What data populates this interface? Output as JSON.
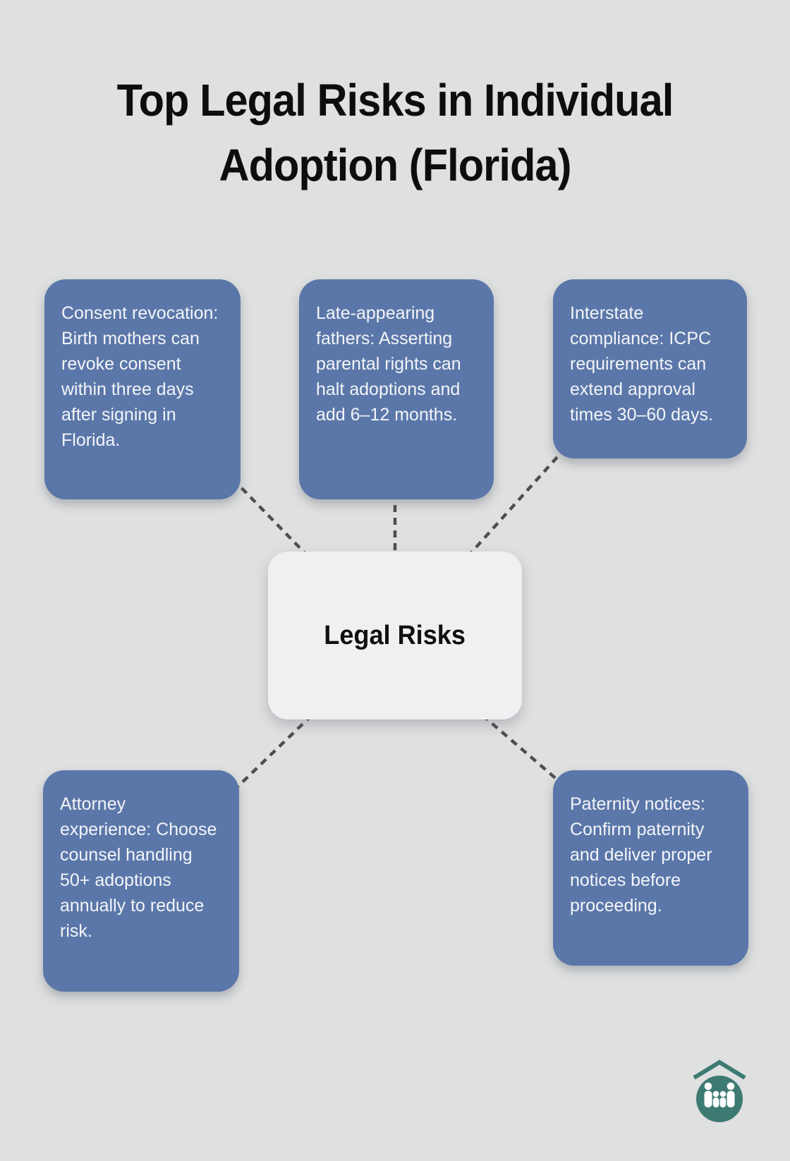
{
  "title": {
    "line1": "Top Legal Risks in Individual",
    "line2": "Adoption (Florida)"
  },
  "center": {
    "label": "Legal Risks"
  },
  "nodes": [
    {
      "id": "consent-revocation",
      "text": "Consent revocation: Birth mothers can revoke consent within three days after signing in Florida."
    },
    {
      "id": "late-appearing-fathers",
      "text": "Late-appearing fathers: Asserting parental rights can halt adoptions and add 6–12 months."
    },
    {
      "id": "interstate-compliance",
      "text": "Interstate compliance: ICPC requirements can extend approval times 30–60 days."
    },
    {
      "id": "attorney-experience",
      "text": "Attorney experience: Choose counsel handling 50+ adoptions annually to reduce risk."
    },
    {
      "id": "paternity-notices",
      "text": "Paternity notices: Confirm paternity and deliver proper notices before proceeding."
    }
  ],
  "icons": {
    "logo": "family-home-logo"
  },
  "colors": {
    "background": "#dfe0e0",
    "node_fill": "#5b77a9",
    "node_text": "#f3f5f8",
    "center_fill": "#eef0f2",
    "center_text": "#101010",
    "title_text": "#0d0d0d",
    "connector": "#4f4f4f",
    "logo_teal": "#3d7a72"
  }
}
